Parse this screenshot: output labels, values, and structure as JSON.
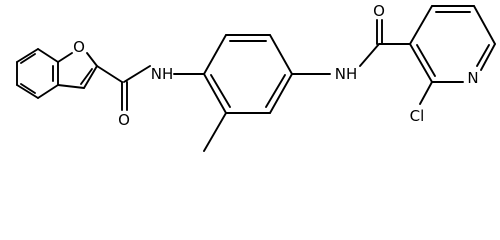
{
  "molecule": {
    "atoms": {
      "o_furan": "O",
      "o_amide1": "O",
      "nh_left": "NH",
      "nh_right": "NH",
      "o_amide2": "O",
      "n_pyridine": "N",
      "cl": "Cl"
    }
  },
  "colors": {
    "bond": "#000000",
    "label": "#000000",
    "background": "#ffffff"
  }
}
